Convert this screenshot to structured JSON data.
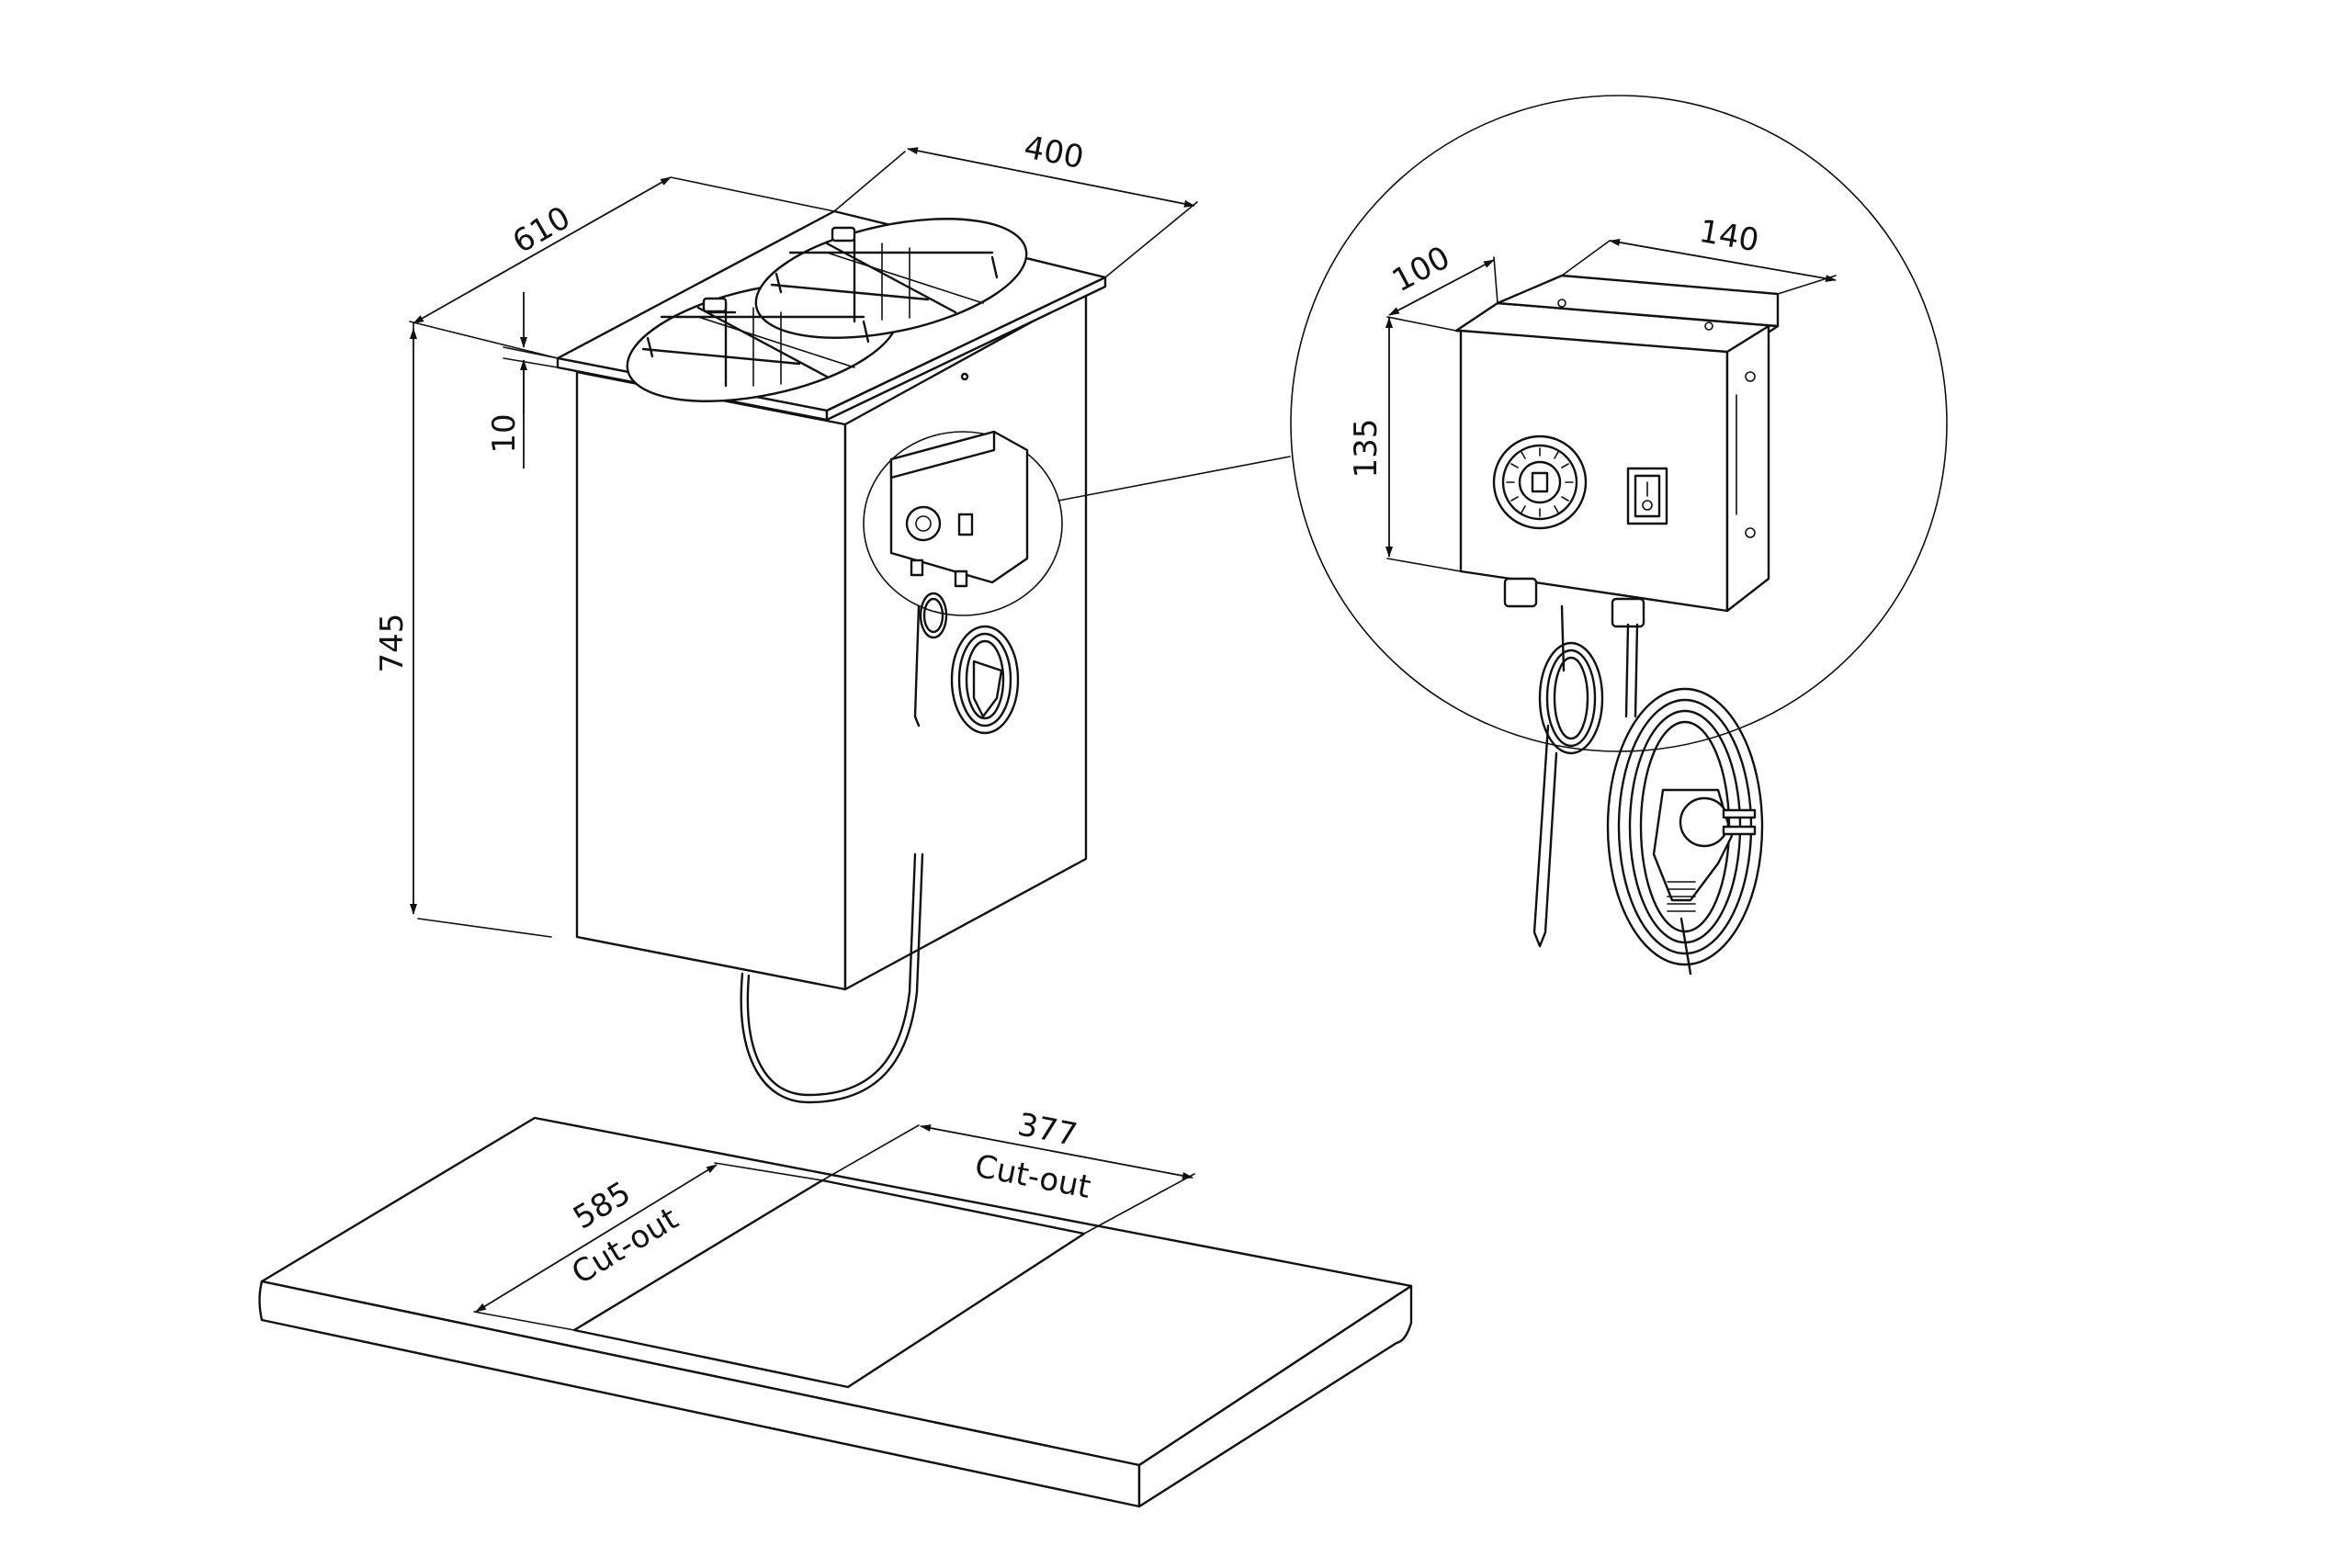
{
  "dimensions": {
    "width_400": "400",
    "depth_610": "610",
    "flange_10": "10",
    "height_745": "745",
    "box_width_140": "140",
    "box_depth_100": "100",
    "box_height_135": "135",
    "cutout_width": "377",
    "cutout_depth": "585",
    "cutout_label": "Cut-out"
  }
}
